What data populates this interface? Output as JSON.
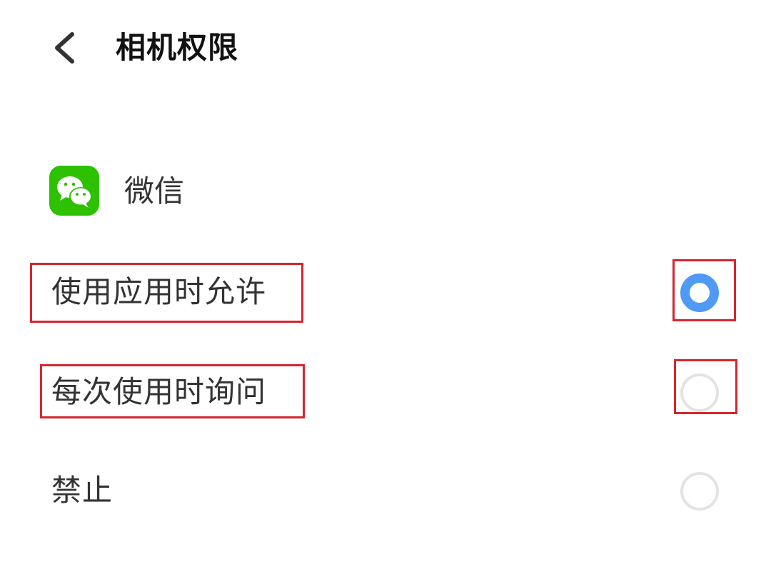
{
  "header": {
    "back_icon": "chevron-left-icon",
    "title": "相机权限"
  },
  "app": {
    "icon": "wechat-icon",
    "icon_color": "#2dc100",
    "name": "微信"
  },
  "options": [
    {
      "label": "使用应用时允许",
      "selected": true
    },
    {
      "label": "每次使用时询问",
      "selected": false
    },
    {
      "label": "禁止",
      "selected": false
    }
  ],
  "colors": {
    "radio_selected": "#4e9af5",
    "radio_unselected": "#e3e3e3",
    "highlight_box": "#d32630"
  }
}
